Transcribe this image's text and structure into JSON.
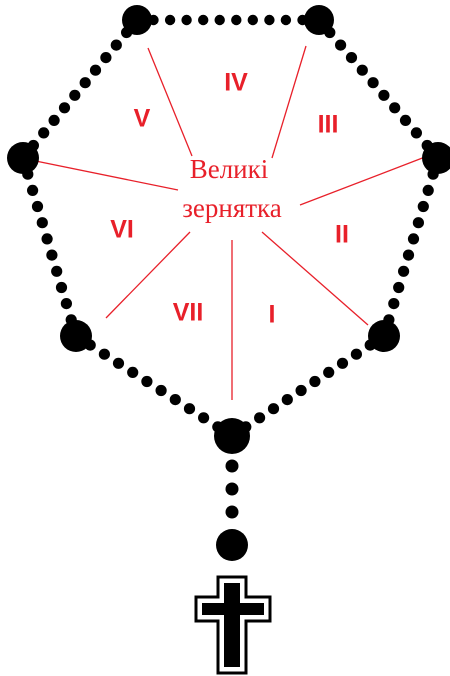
{
  "center_label": {
    "line1": "Великі",
    "line2": "зернятка"
  },
  "sections": [
    {
      "id": "I",
      "label": "I"
    },
    {
      "id": "II",
      "label": "II"
    },
    {
      "id": "III",
      "label": "III"
    },
    {
      "id": "IV",
      "label": "IV"
    },
    {
      "id": "V",
      "label": "V"
    },
    {
      "id": "VI",
      "label": "VI"
    },
    {
      "id": "VII",
      "label": "VII"
    }
  ],
  "colors": {
    "text": "#e8202a",
    "lines": "#e8202a",
    "beads": "#000000",
    "cross_fill": "#000000",
    "cross_outline": "#000000",
    "background": "#ffffff"
  },
  "icons": {
    "large_bead": "large-bead-icon",
    "small_bead": "small-bead-icon",
    "cross": "cross-icon"
  }
}
